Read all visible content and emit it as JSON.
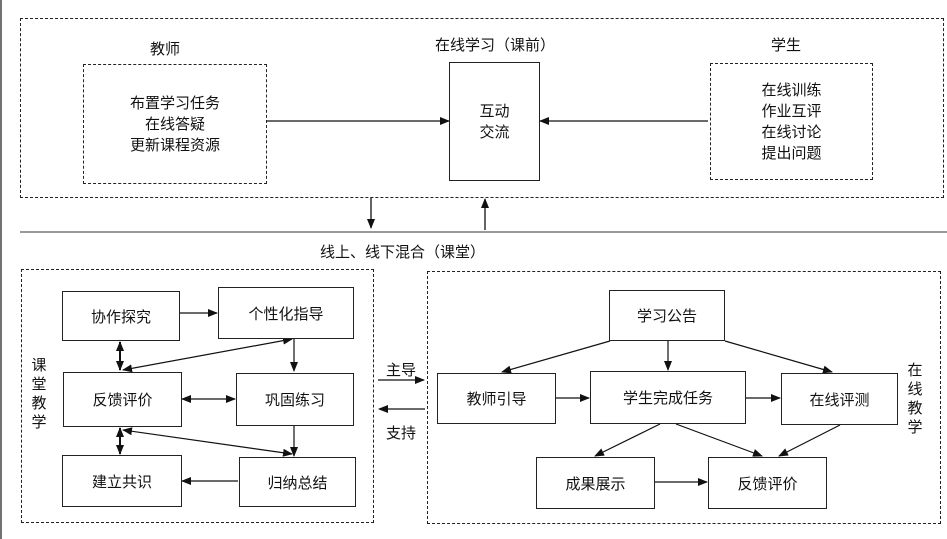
{
  "top": {
    "title": "在线学习（课前）",
    "teacher_label": "教师",
    "student_label": "学生",
    "teacher_items": [
      "布置学习任务",
      "在线答疑",
      "更新课程资源"
    ],
    "center_lines": [
      "互动",
      "交流"
    ],
    "student_items": [
      "在线训练",
      "作业互评",
      "在线讨论",
      "提出问题"
    ]
  },
  "middle_label": "线上、线下混合（课堂）",
  "left_panel": {
    "side_label": "课堂教学",
    "boxes": {
      "explore": "协作探究",
      "guide": "个性化指导",
      "feedback": "反馈评价",
      "practice": "巩固练习",
      "consensus": "建立共识",
      "summary": "归纳总结"
    }
  },
  "connector": {
    "lead": "主导",
    "support": "支持"
  },
  "right_panel": {
    "side_label": "在线教学",
    "boxes": {
      "announce": "学习公告",
      "teacher_guide": "教师引导",
      "complete_task": "学生完成任务",
      "online_test": "在线评测",
      "showcase": "成果展示",
      "feedback": "反馈评价"
    }
  }
}
